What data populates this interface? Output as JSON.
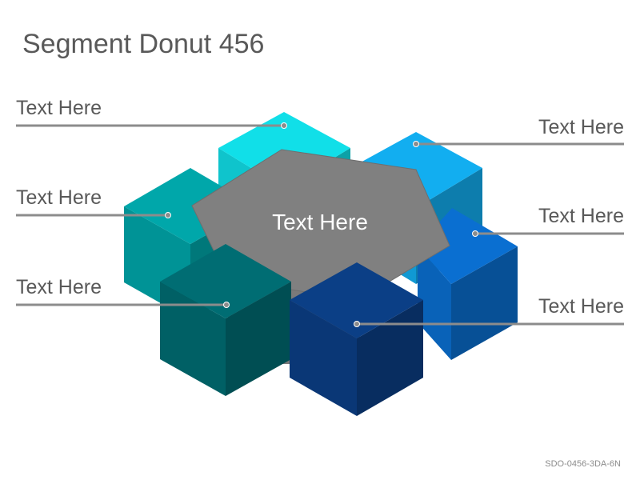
{
  "title": "Segment Donut 456",
  "center_label": "Text Here",
  "segments": [
    {
      "label": "Text Here",
      "color": "#11dfe8"
    },
    {
      "label": "Text Here",
      "color": "#12aef0"
    },
    {
      "label": "Text Here",
      "color": "#00a7aa"
    },
    {
      "label": "Text Here",
      "color": "#0a6fd1"
    },
    {
      "label": "Text Here",
      "color": "#006d73"
    },
    {
      "label": "Text Here",
      "color": "#0b3f86"
    }
  ],
  "center_color": "#808080",
  "leader_color": "#8c8c8c",
  "footer": "SDO-0456-3DA-6N"
}
